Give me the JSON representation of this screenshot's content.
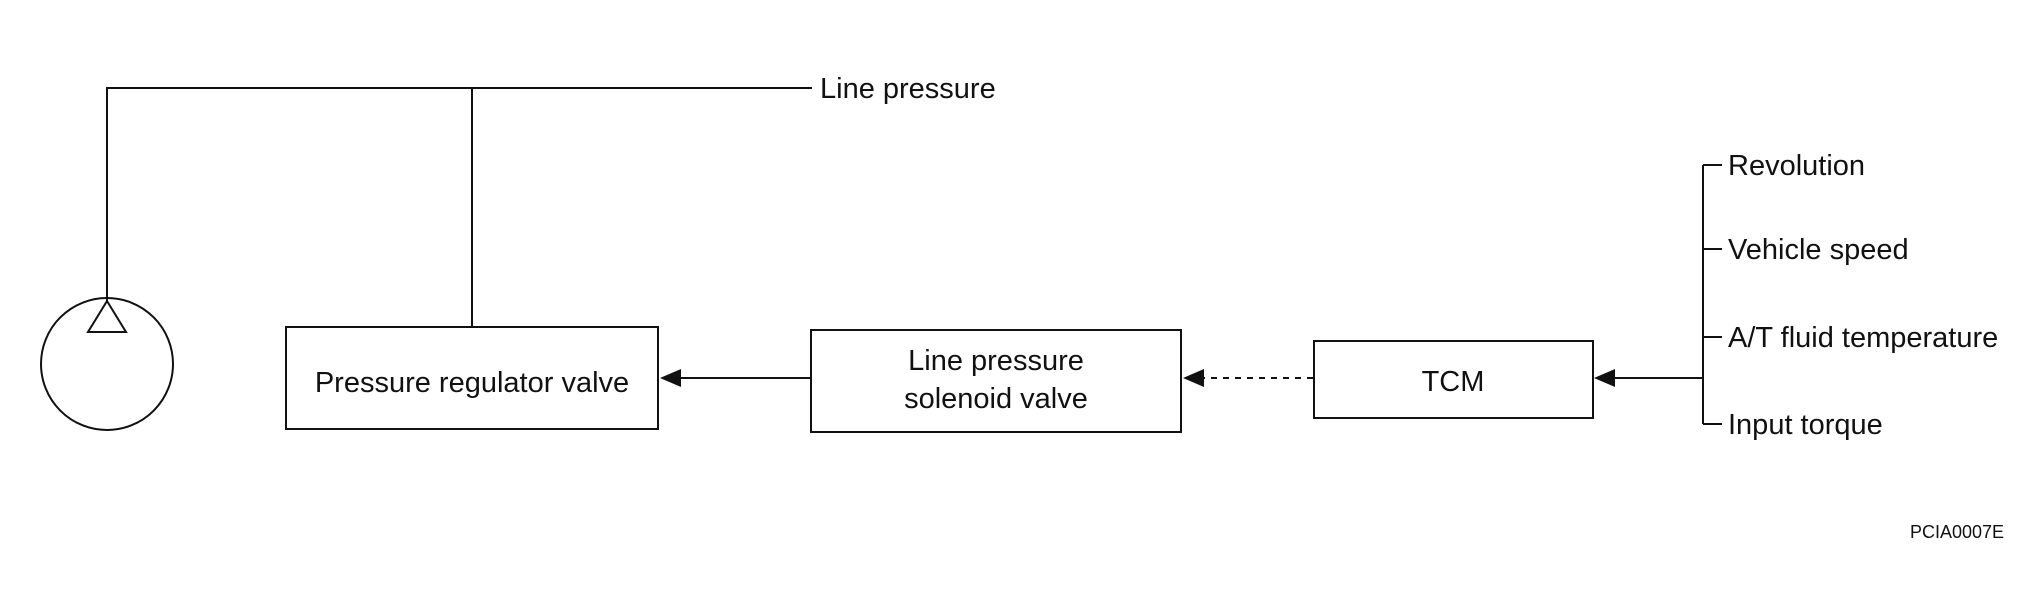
{
  "diagram": {
    "line_pressure_label": "Line pressure",
    "boxes": {
      "pressure_regulator_valve": "Pressure regulator valve",
      "line_pressure_solenoid_valve": [
        "Line pressure",
        "solenoid valve"
      ],
      "tcm": "TCM"
    },
    "inputs": [
      "Revolution",
      "Vehicle speed",
      "A/T fluid temperature",
      "Input torque"
    ],
    "figure_code": "PCIA0007E"
  }
}
